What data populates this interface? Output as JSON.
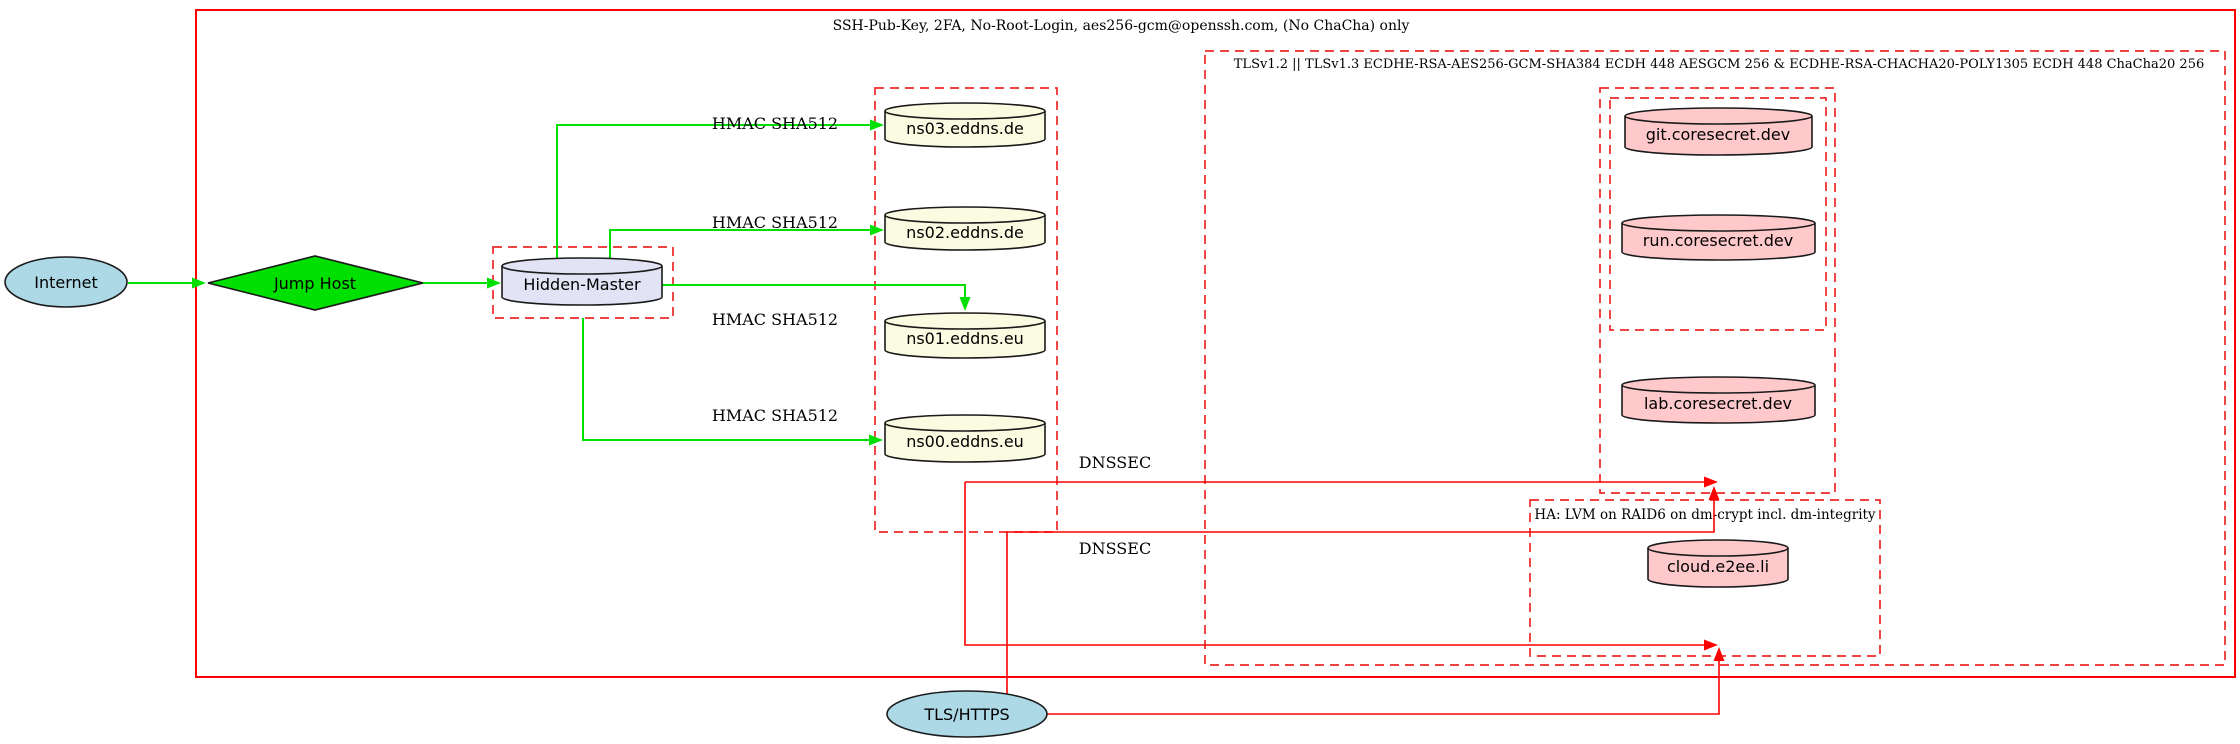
{
  "diagram": {
    "clusters": {
      "ssh": {
        "label": "SSH-Pub-Key, 2FA, No-Root-Login, aes256-gcm@openssh.com, (No ChaCha) only"
      },
      "tls": {
        "label": "TLSv1.2 || TLSv1.3 ECDHE-RSA-AES256-GCM-SHA384 ECDH 448 AESGCM 256 & ECDHE-RSA-CHACHA20-POLY1305 ECDH 448 ChaCha20 256"
      },
      "ha": {
        "label": "HA: LVM on RAID6 on dm-crypt incl. dm-integrity"
      }
    },
    "nodes": {
      "internet": {
        "label": "Internet",
        "shape": "ellipse",
        "fill": "#add8e6"
      },
      "jump_host": {
        "label": "Jump Host",
        "shape": "diamond",
        "fill": "#00e000"
      },
      "hidden_master": {
        "label": "Hidden-Master",
        "shape": "cylinder",
        "fill": "#e3e3f6"
      },
      "ns03": {
        "label": "ns03.eddns.de",
        "shape": "cylinder",
        "fill": "#fbfbe2"
      },
      "ns02": {
        "label": "ns02.eddns.de",
        "shape": "cylinder",
        "fill": "#fbfbe2"
      },
      "ns01": {
        "label": "ns01.eddns.eu",
        "shape": "cylinder",
        "fill": "#fbfbe2"
      },
      "ns00": {
        "label": "ns00.eddns.eu",
        "shape": "cylinder",
        "fill": "#fbfbe2"
      },
      "git": {
        "label": "git.coresecret.dev",
        "shape": "cylinder",
        "fill": "#ffc9cc"
      },
      "run": {
        "label": "run.coresecret.dev",
        "shape": "cylinder",
        "fill": "#ffc9cc"
      },
      "lab": {
        "label": "lab.coresecret.dev",
        "shape": "cylinder",
        "fill": "#ffc9cc"
      },
      "cloud": {
        "label": "cloud.e2ee.li",
        "shape": "cylinder",
        "fill": "#ffc9cc"
      },
      "tls_https": {
        "label": "TLS/HTTPS",
        "shape": "ellipse",
        "fill": "#add8e6"
      }
    },
    "edge_labels": {
      "hmac_sha512": "HMAC SHA512",
      "dnssec": "DNSSEC"
    },
    "colors": {
      "edge_green": "#00e000",
      "edge_red": "#ff0000",
      "cluster_dashed_red": "#ee2929",
      "outer_border_red": "#ff0000",
      "node_outline": "#1a1a1a",
      "background": "#ffffff"
    }
  }
}
